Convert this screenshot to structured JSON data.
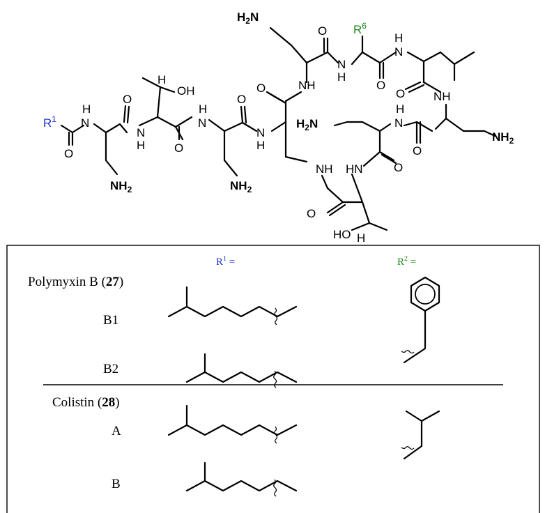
{
  "structure": {
    "r1_symbol": "R",
    "r1_sup": "1",
    "r6_symbol": "R",
    "r6_sup": "6",
    "nh": "NH",
    "hn": "HN",
    "n": "N",
    "h": "H",
    "o": "O",
    "oh": "OH",
    "ho": "HO",
    "nh2": "NH",
    "h2n": "H",
    "two": "2",
    "n_letter": "N"
  },
  "table": {
    "r1_head": "R",
    "r1_head_sup": "1",
    "r1_head_eq": " =",
    "r2_head": "R",
    "r2_head_sup": "2",
    "r2_head_eq": " =",
    "group1_name": "Polymyxin B (",
    "group1_num": "27",
    "group1_close": ")",
    "b1": "B1",
    "b2": "B2",
    "group2_name": "Colistin (",
    "group2_num": "28",
    "group2_close": ")",
    "a": "A",
    "b": "B"
  },
  "colors": {
    "r1": "#1f33c8",
    "r6": "#1e8a1e"
  }
}
